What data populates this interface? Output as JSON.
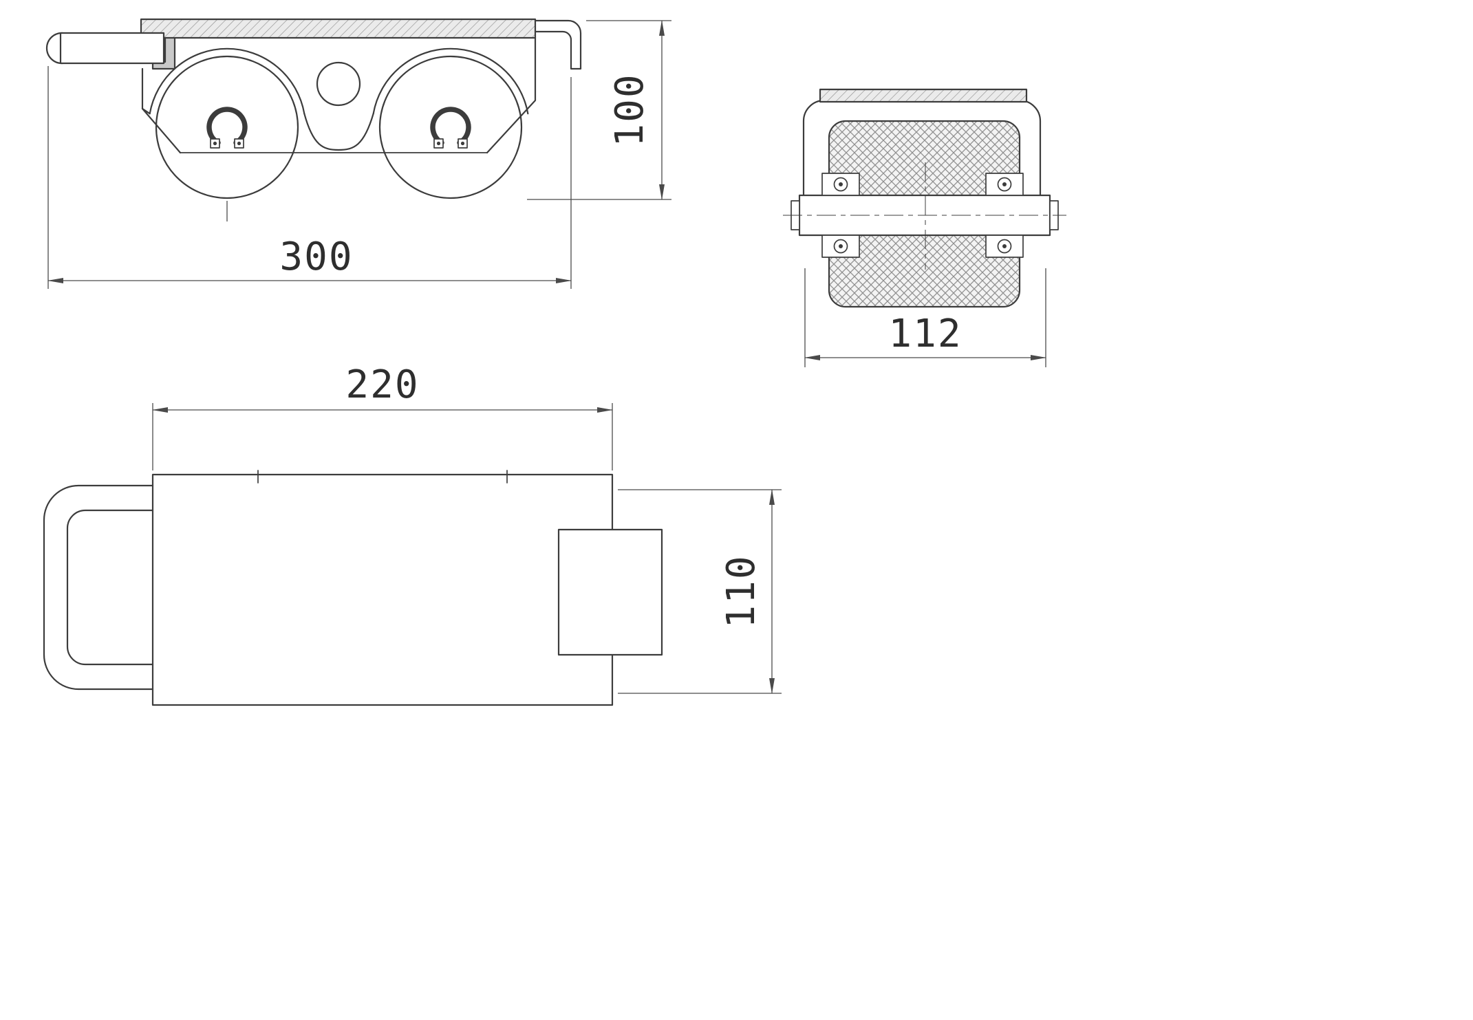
{
  "drawing": {
    "views": {
      "front": {
        "width": "300",
        "height": "100"
      },
      "end": {
        "width": "112"
      },
      "plan": {
        "width": "220",
        "height": "110"
      }
    },
    "colors": {
      "line": "#3c3c3c",
      "dim": "#4a4a4a",
      "text": "#2e2e2e",
      "hatch": "#909090",
      "hatch_fill": "#ebebeb",
      "bracket_fill": "#c9c9c9",
      "background": "#ffffff"
    }
  }
}
